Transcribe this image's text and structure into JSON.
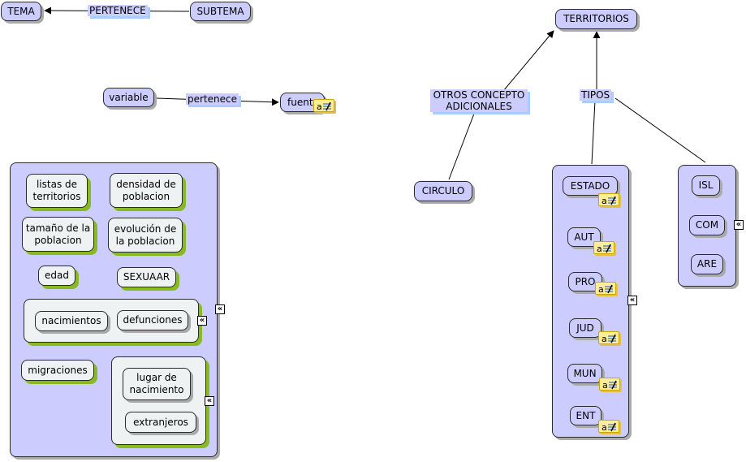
{
  "concepts": {
    "tema": "TEMA",
    "subtema": "SUBTEMA",
    "variable": "variable",
    "fuente": "fuente",
    "territorios": "TERRITORIOS",
    "circulo": "CIRCULO",
    "listas_territorios": "listas de territorios",
    "densidad_poblacion": "densidad de poblacion",
    "tamano_poblacion": "tamaño de la poblacion",
    "evolucion_poblacion": "evolución de la poblacion",
    "edad": "edad",
    "sexuaar": "SEXUAAR",
    "nacimientos": "nacimientos",
    "defunciones": "defunciones",
    "migraciones": "migraciones",
    "lugar_nacimiento": "lugar de nacimiento",
    "extranjeros": "extranjeros",
    "estado": "ESTADO",
    "aut": "AUT",
    "pro": "PRO",
    "jud": "JUD",
    "mun": "MUN",
    "ent": "ENT",
    "isl": "ISL",
    "com": "COM",
    "are": "ARE"
  },
  "linking_phrases": {
    "pertenece_upper": "PERTENECE",
    "pertenece_lower": "pertenece",
    "otros_concepto": "OTROS CONCEPTO ADICIONALES",
    "tipos": "TIPOS"
  },
  "icons": {
    "note": "annotation-note-icon",
    "collapse": "collapse-double-chevron-icon"
  },
  "colors": {
    "concept_fill": "#ccccff",
    "group_inner_fill": "#eef2f2",
    "inner_shadow": "#88bb22",
    "note_fill": "#ffee99"
  }
}
